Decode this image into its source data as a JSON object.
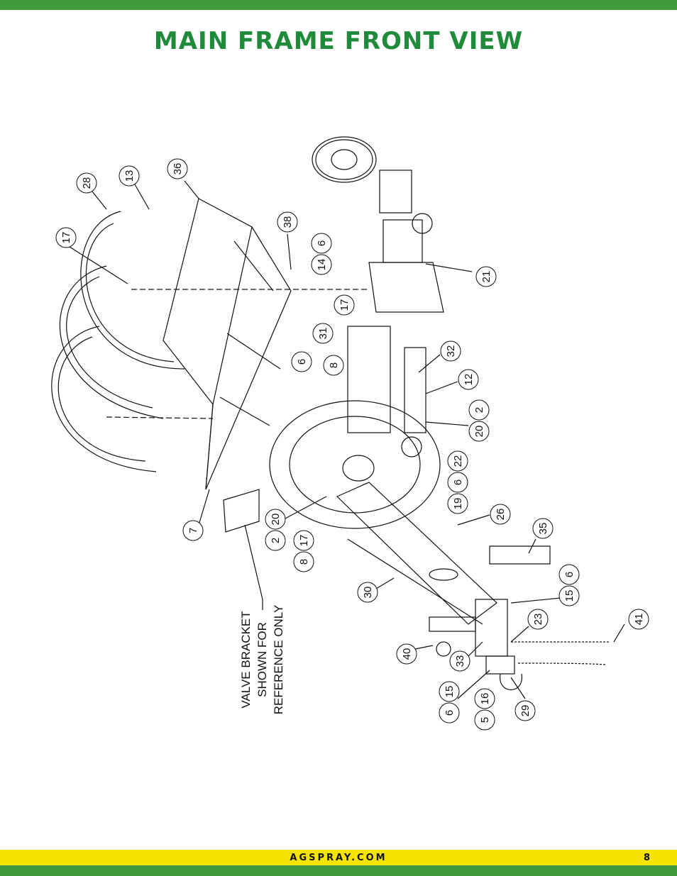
{
  "title": "MAIN FRAME FRONT VIEW",
  "footer": {
    "url": "AGSPRAY.COM",
    "page": "8"
  },
  "note": {
    "lines": [
      "VALVE BRACKET",
      "SHOWN FOR",
      "REFERENCE ONLY"
    ]
  },
  "callouts": [
    "28",
    "13",
    "36",
    "17",
    "38",
    "6",
    "14",
    "21",
    "17",
    "31",
    "32",
    "6",
    "8",
    "12",
    "2",
    "20",
    "22",
    "6",
    "19",
    "26",
    "35",
    "20",
    "2",
    "17",
    "8",
    "7",
    "6",
    "15",
    "30",
    "23",
    "41",
    "40",
    "33",
    "15",
    "6",
    "16",
    "5",
    "29"
  ],
  "colors": {
    "green": "#3f9b3a",
    "title_green": "#1f8a3a",
    "yellow": "#f5e300"
  }
}
